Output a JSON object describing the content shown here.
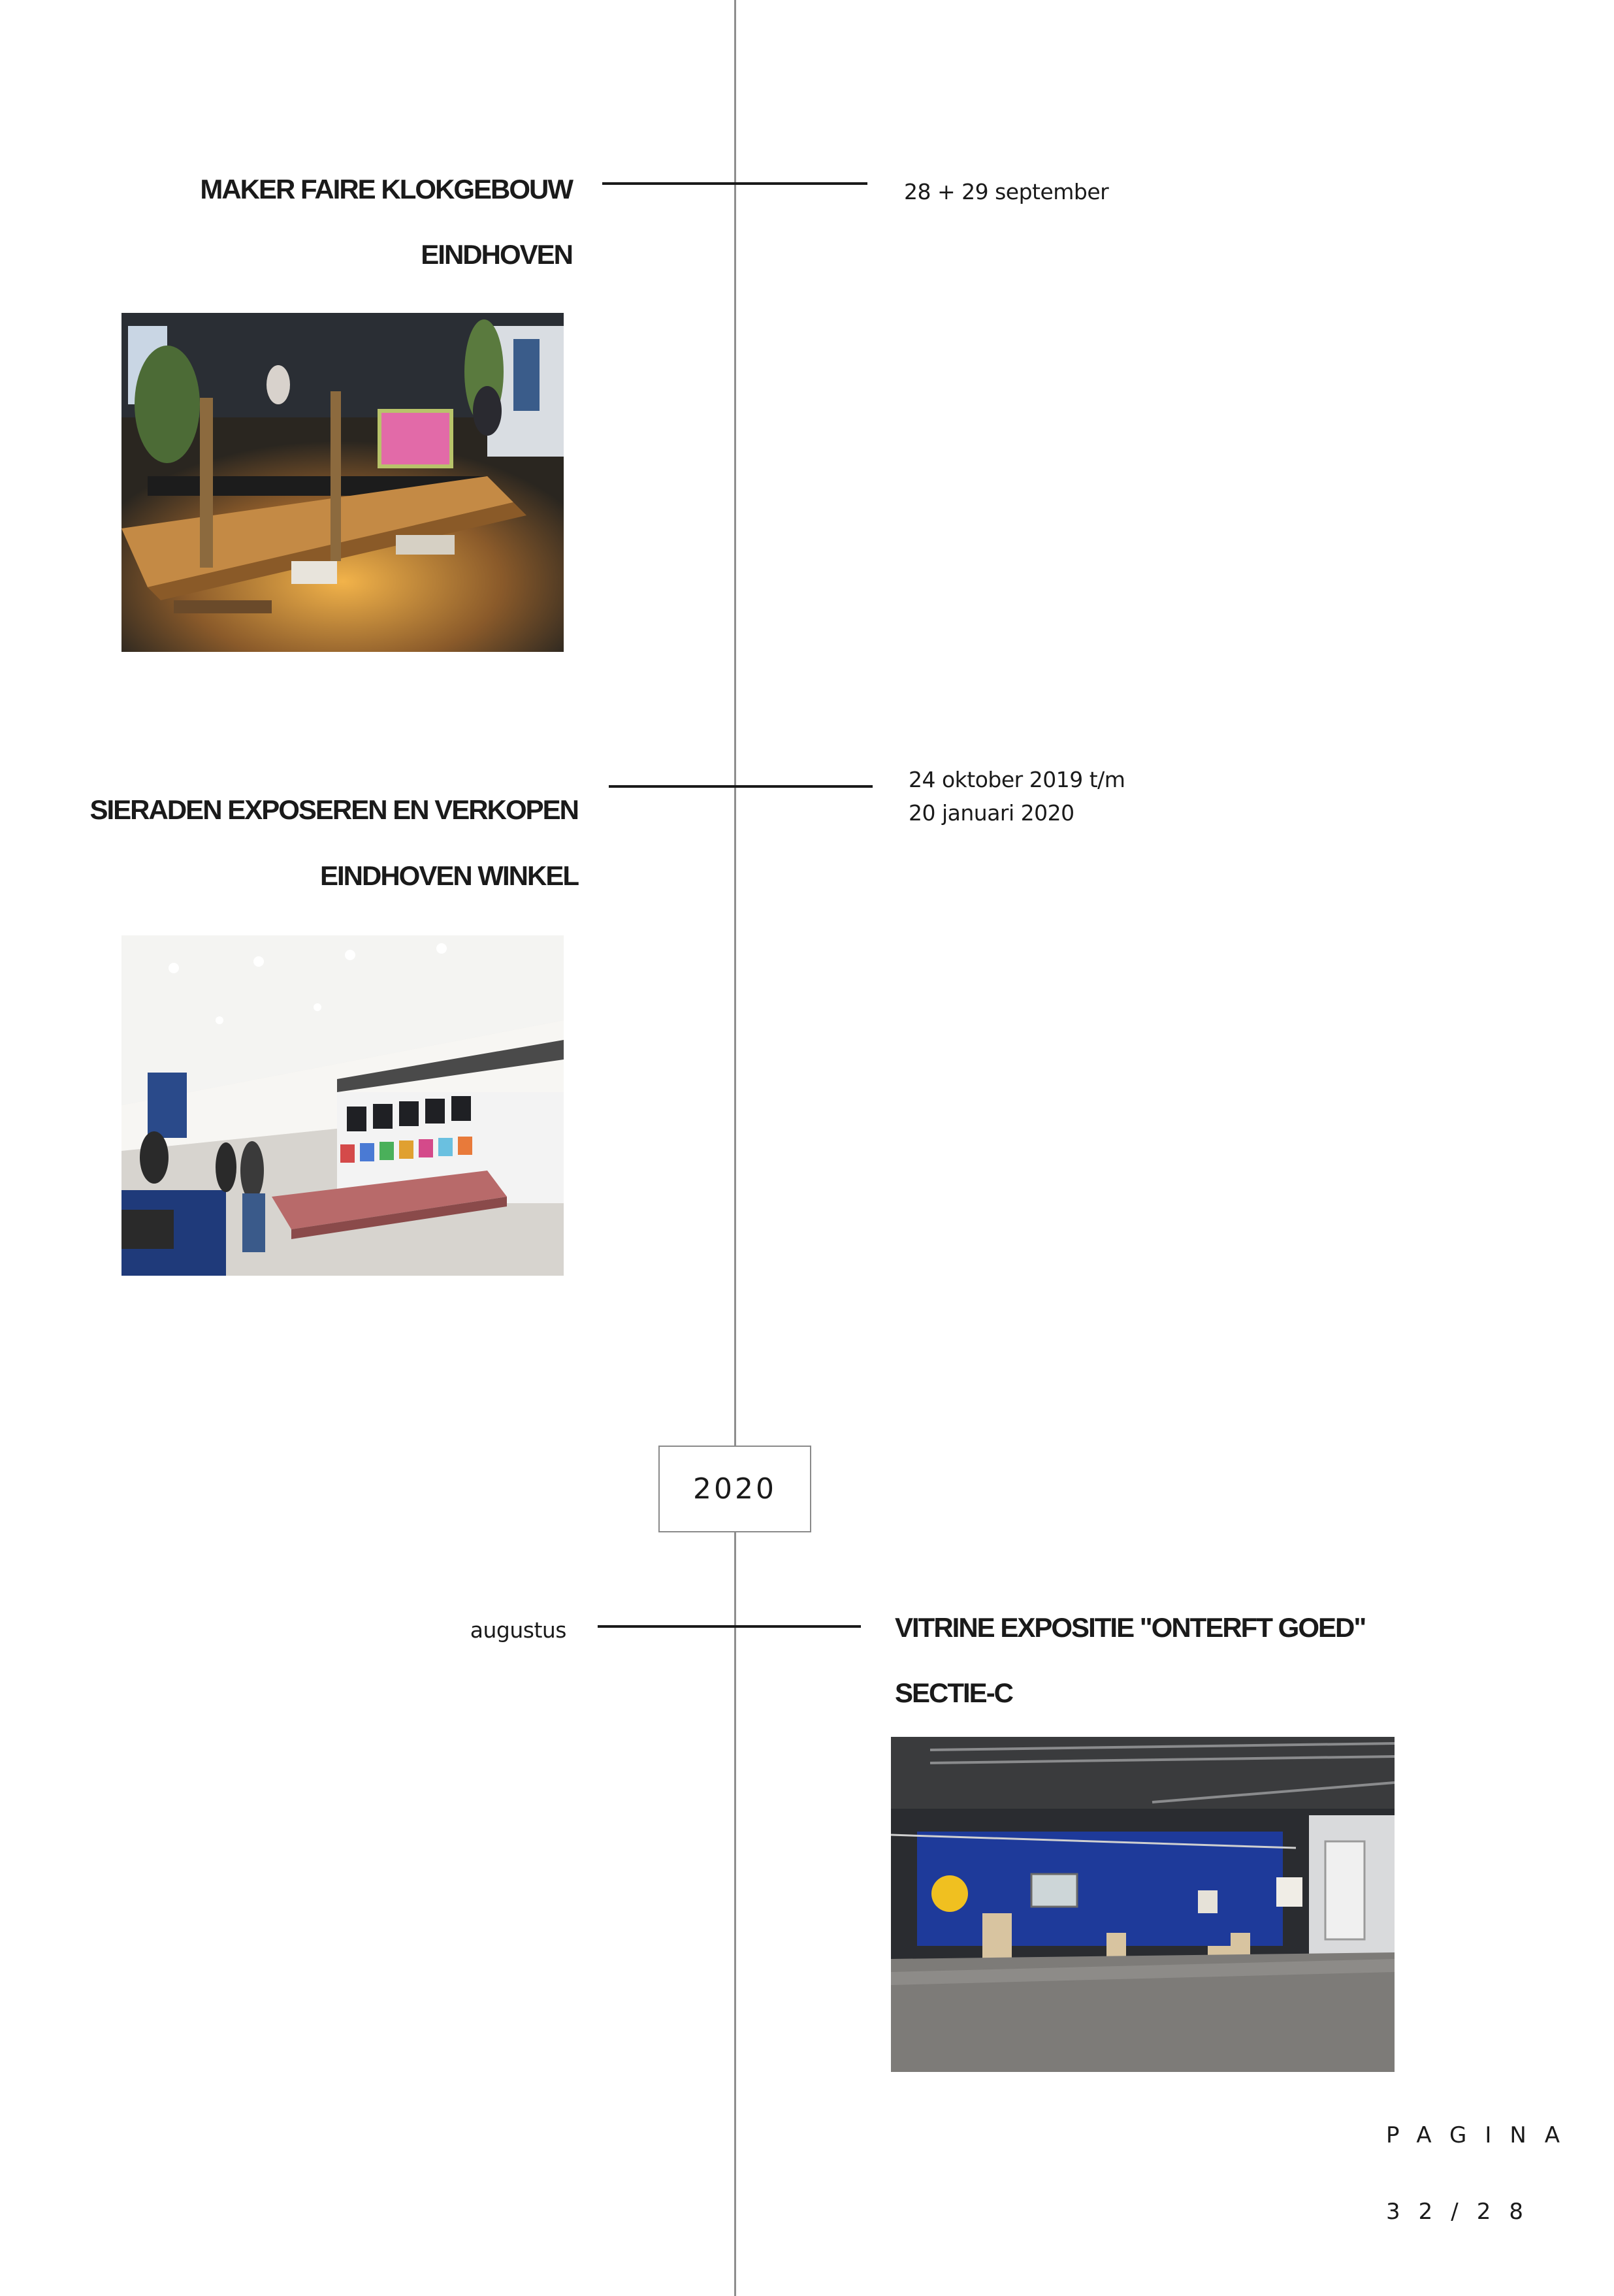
{
  "entries": [
    {
      "title_lines": [
        "MAKER FAIRE KLOKGEBOUW",
        "EINDHOVEN"
      ],
      "date": "28 + 29 september"
    },
    {
      "title_lines": [
        "SIERADEN EXPOSEREN EN VERKOPEN",
        "EINDHOVEN WINKEL"
      ],
      "date_lines": [
        "24 oktober 2019 t/m",
        "20 januari 2020"
      ]
    },
    {
      "title_lines": [
        "VITRINE EXPOSITIE \"ONTERFT GOED\"",
        "SECTIE-C"
      ],
      "date": "augustus"
    }
  ],
  "year_marker": "2020",
  "pagination": {
    "label": "PAGINA",
    "value": "32/28"
  }
}
